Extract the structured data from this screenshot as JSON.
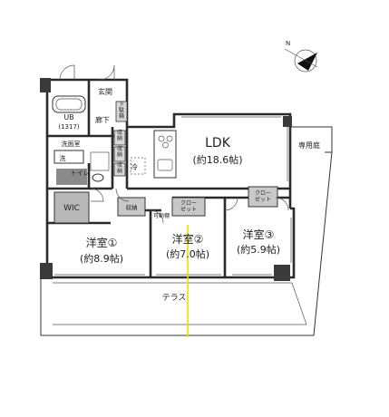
{
  "compass_label": "N",
  "rooms": {
    "ldk": {
      "name": "LDK",
      "area": "(約18.6帖)"
    },
    "bedroom1": {
      "name": "洋室①",
      "area": "(約8.9帖)"
    },
    "bedroom2": {
      "name": "洋室②",
      "area": "(約7.0帖)"
    },
    "bedroom3": {
      "name": "洋室③",
      "area": "(約5.9帖)"
    },
    "wic": "WIC",
    "ub": {
      "name": "UB",
      "size": "(1317)"
    },
    "entrance": "玄関",
    "hallway": "廊下",
    "shoe_box": "下駄箱",
    "washroom": "洗面室",
    "washer": "洗",
    "toilet": "トイレ",
    "closet2": "クロー\nゼット",
    "closet3": "クロー\nゼット",
    "storage": "収納",
    "movable_shelf": "可動棚",
    "fridge": "冷",
    "storage_labels": [
      "収納",
      "収納",
      "収納",
      "収納"
    ],
    "private_garden": "専用庭",
    "terrace": "テラス"
  },
  "colors": {
    "wall": "#2a2a2a",
    "pillar": "#3a3a3a",
    "wic_fill": "#b8b8b8",
    "closet_fill": "#c8c8c8",
    "wet_fill": "#9a9a9a",
    "section_line": "#e8e000",
    "compass_fill": "#111111"
  }
}
